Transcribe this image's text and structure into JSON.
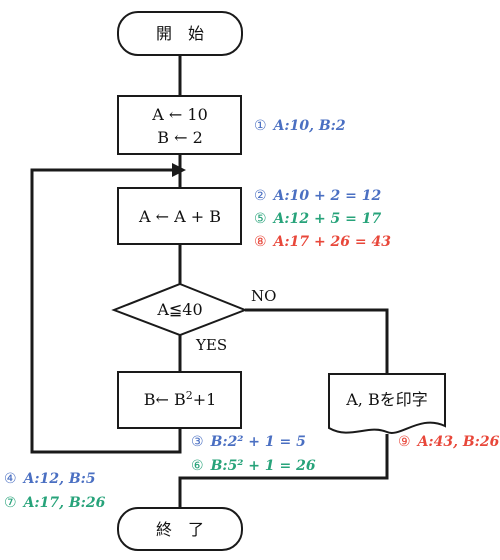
{
  "colors": {
    "blue": "#4a6fc2",
    "green": "#27a37a",
    "red": "#e8473a",
    "line": "#1a1a1a"
  },
  "nodes": {
    "start": "開　始",
    "init_line1": "A ← 10",
    "init_line2": "B ← 2",
    "update_a": "A ← A + B",
    "condition": "A≦40",
    "update_b": "B← B",
    "update_b_sup": "2",
    "update_b_tail": "+1",
    "print": "A, Bを印字",
    "end": "終　了"
  },
  "labels": {
    "no": "NO",
    "yes": "YES"
  },
  "annotations": {
    "a1": {
      "num": "①",
      "text": "A:10, B:2"
    },
    "a2": {
      "num": "②",
      "text": "A:10 + 2 = 12"
    },
    "a5": {
      "num": "⑤",
      "text": "A:12 + 5 = 17"
    },
    "a8": {
      "num": "⑧",
      "text": "A:17 + 26 = 43"
    },
    "a3": {
      "num": "③",
      "text": "B:2² + 1 = 5"
    },
    "a6": {
      "num": "⑥",
      "text": "B:5² + 1 = 26"
    },
    "a9": {
      "num": "⑨",
      "text": "A:43, B:26"
    },
    "a4": {
      "num": "④",
      "text": "A:12, B:5"
    },
    "a7": {
      "num": "⑦",
      "text": "A:17, B:26"
    }
  }
}
